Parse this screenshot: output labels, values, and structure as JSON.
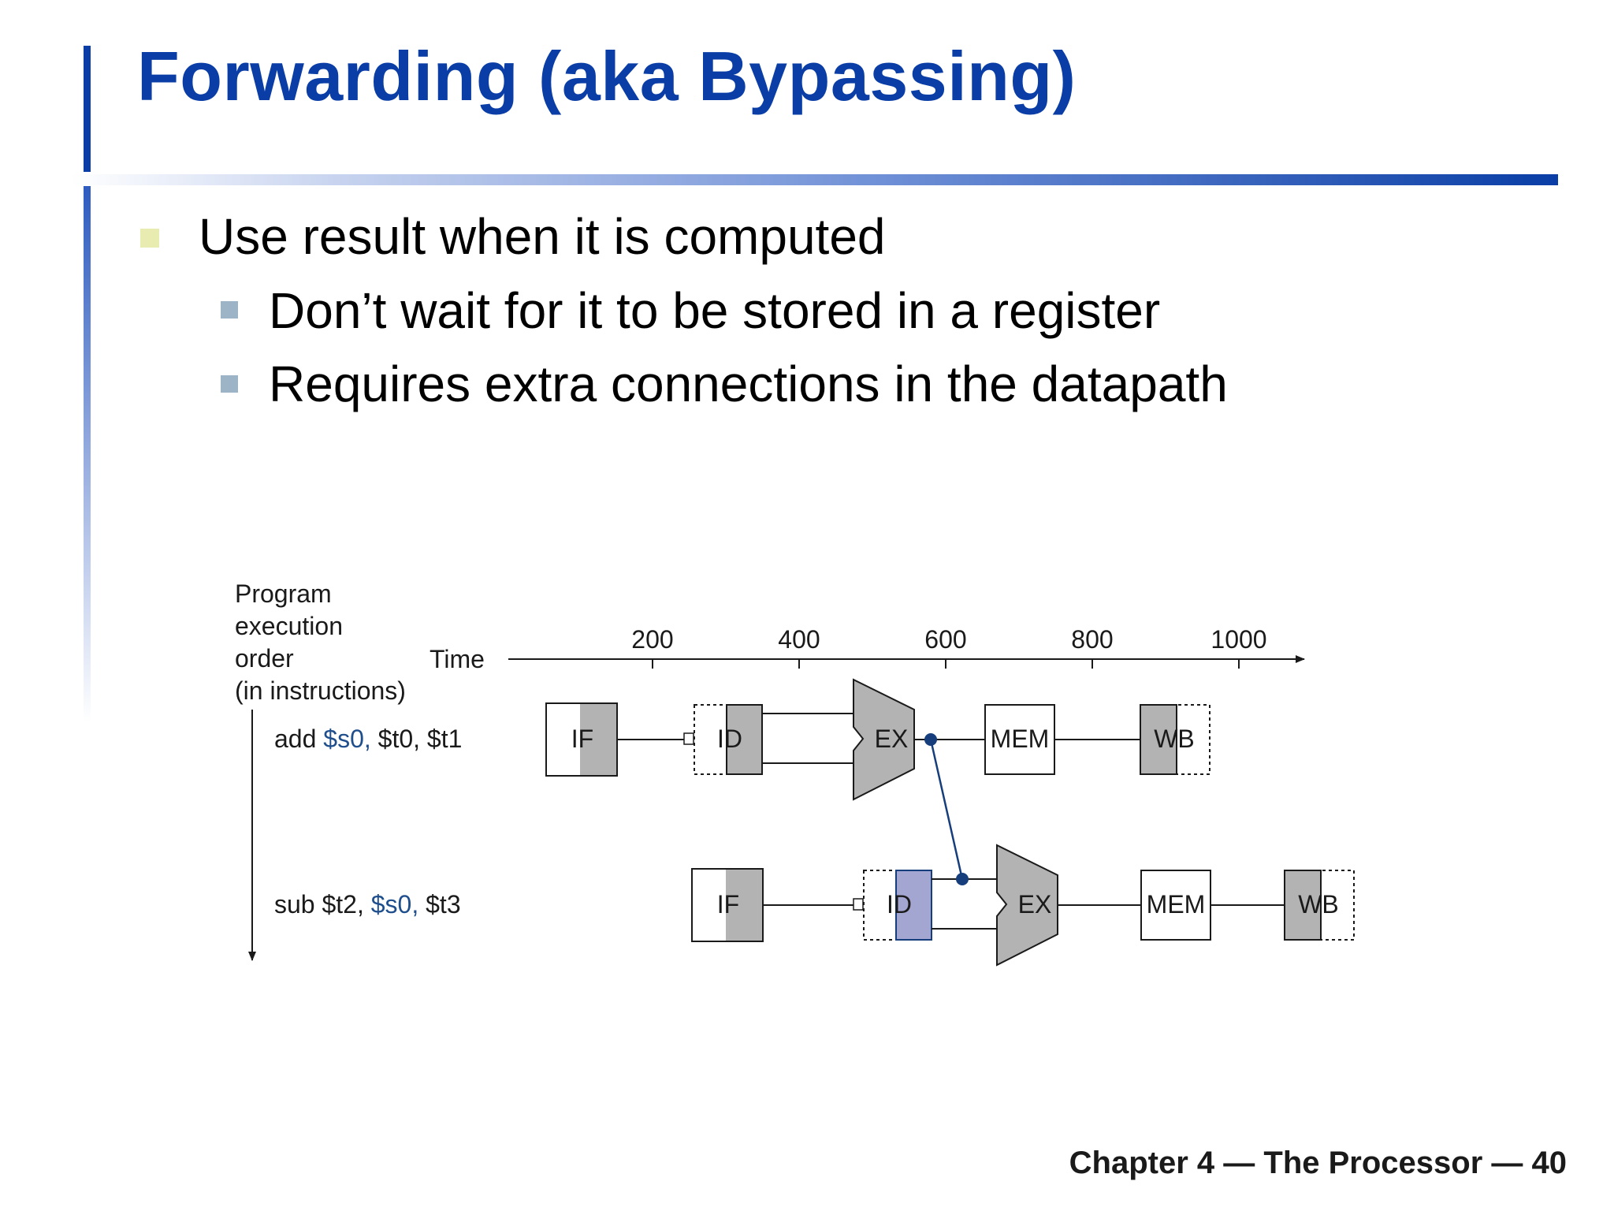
{
  "slide": {
    "title": "Forwarding (aka Bypassing)",
    "bullets": [
      {
        "text": "Use result when it is computed",
        "level": 1
      },
      {
        "text": "Don’t wait for it to be stored in a register",
        "level": 2
      },
      {
        "text": "Requires extra connections in the datapath",
        "level": 2
      }
    ],
    "footer": "Chapter 4 — The Processor — 40"
  },
  "diagram": {
    "order_label": [
      "Program",
      "execution",
      "order",
      "(in instructions)"
    ],
    "time_label": "Time",
    "time_ticks": [
      "200",
      "400",
      "600",
      "800",
      "1000"
    ],
    "instructions": [
      {
        "label_parts": [
          {
            "text": "add ",
            "highlight": false
          },
          {
            "text": "$s0,",
            "highlight": true
          },
          {
            "text": " $t0, $t1",
            "highlight": false
          }
        ],
        "stages": [
          "IF",
          "ID",
          "EX",
          "MEM",
          "WB"
        ]
      },
      {
        "label_parts": [
          {
            "text": "sub $t2, ",
            "highlight": false
          },
          {
            "text": "$s0,",
            "highlight": true
          },
          {
            "text": " $t3",
            "highlight": false
          }
        ],
        "stages": [
          "IF",
          "ID",
          "EX",
          "MEM",
          "WB"
        ]
      }
    ],
    "colors": {
      "stage_fill": "#b3b3b3",
      "forward_target": "#a4a6d2",
      "forward_line": "#163e7c",
      "register_highlight": "#1f4e8c"
    }
  }
}
